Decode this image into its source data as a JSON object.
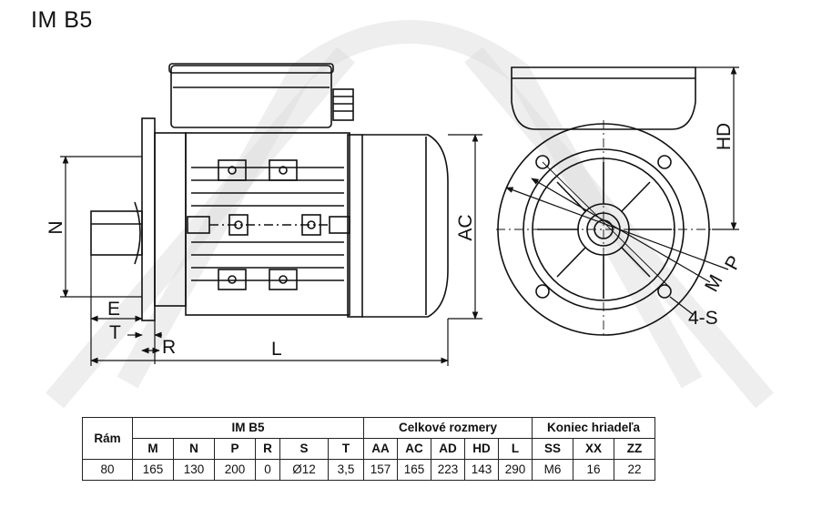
{
  "title": "IM B5",
  "dimension_labels": {
    "N": "N",
    "E": "E",
    "T": "T",
    "R": "R",
    "L": "L",
    "AC": "AC",
    "HD": "HD",
    "P": "P",
    "M": "M",
    "S": "4-S"
  },
  "table": {
    "frame_header": "Rám",
    "group_imb5": "IM B5",
    "group_overall": "Celkové rozmery",
    "group_shaft": "Koniec hriadeľa",
    "columns": [
      "M",
      "N",
      "P",
      "R",
      "S",
      "T",
      "AA",
      "AC",
      "AD",
      "HD",
      "L",
      "SS",
      "XX",
      "ZZ"
    ],
    "row": [
      "80",
      "165",
      "130",
      "200",
      "0",
      "Ø12",
      "3,5",
      "157",
      "165",
      "223",
      "143",
      "290",
      "M6",
      "16",
      "22"
    ]
  }
}
